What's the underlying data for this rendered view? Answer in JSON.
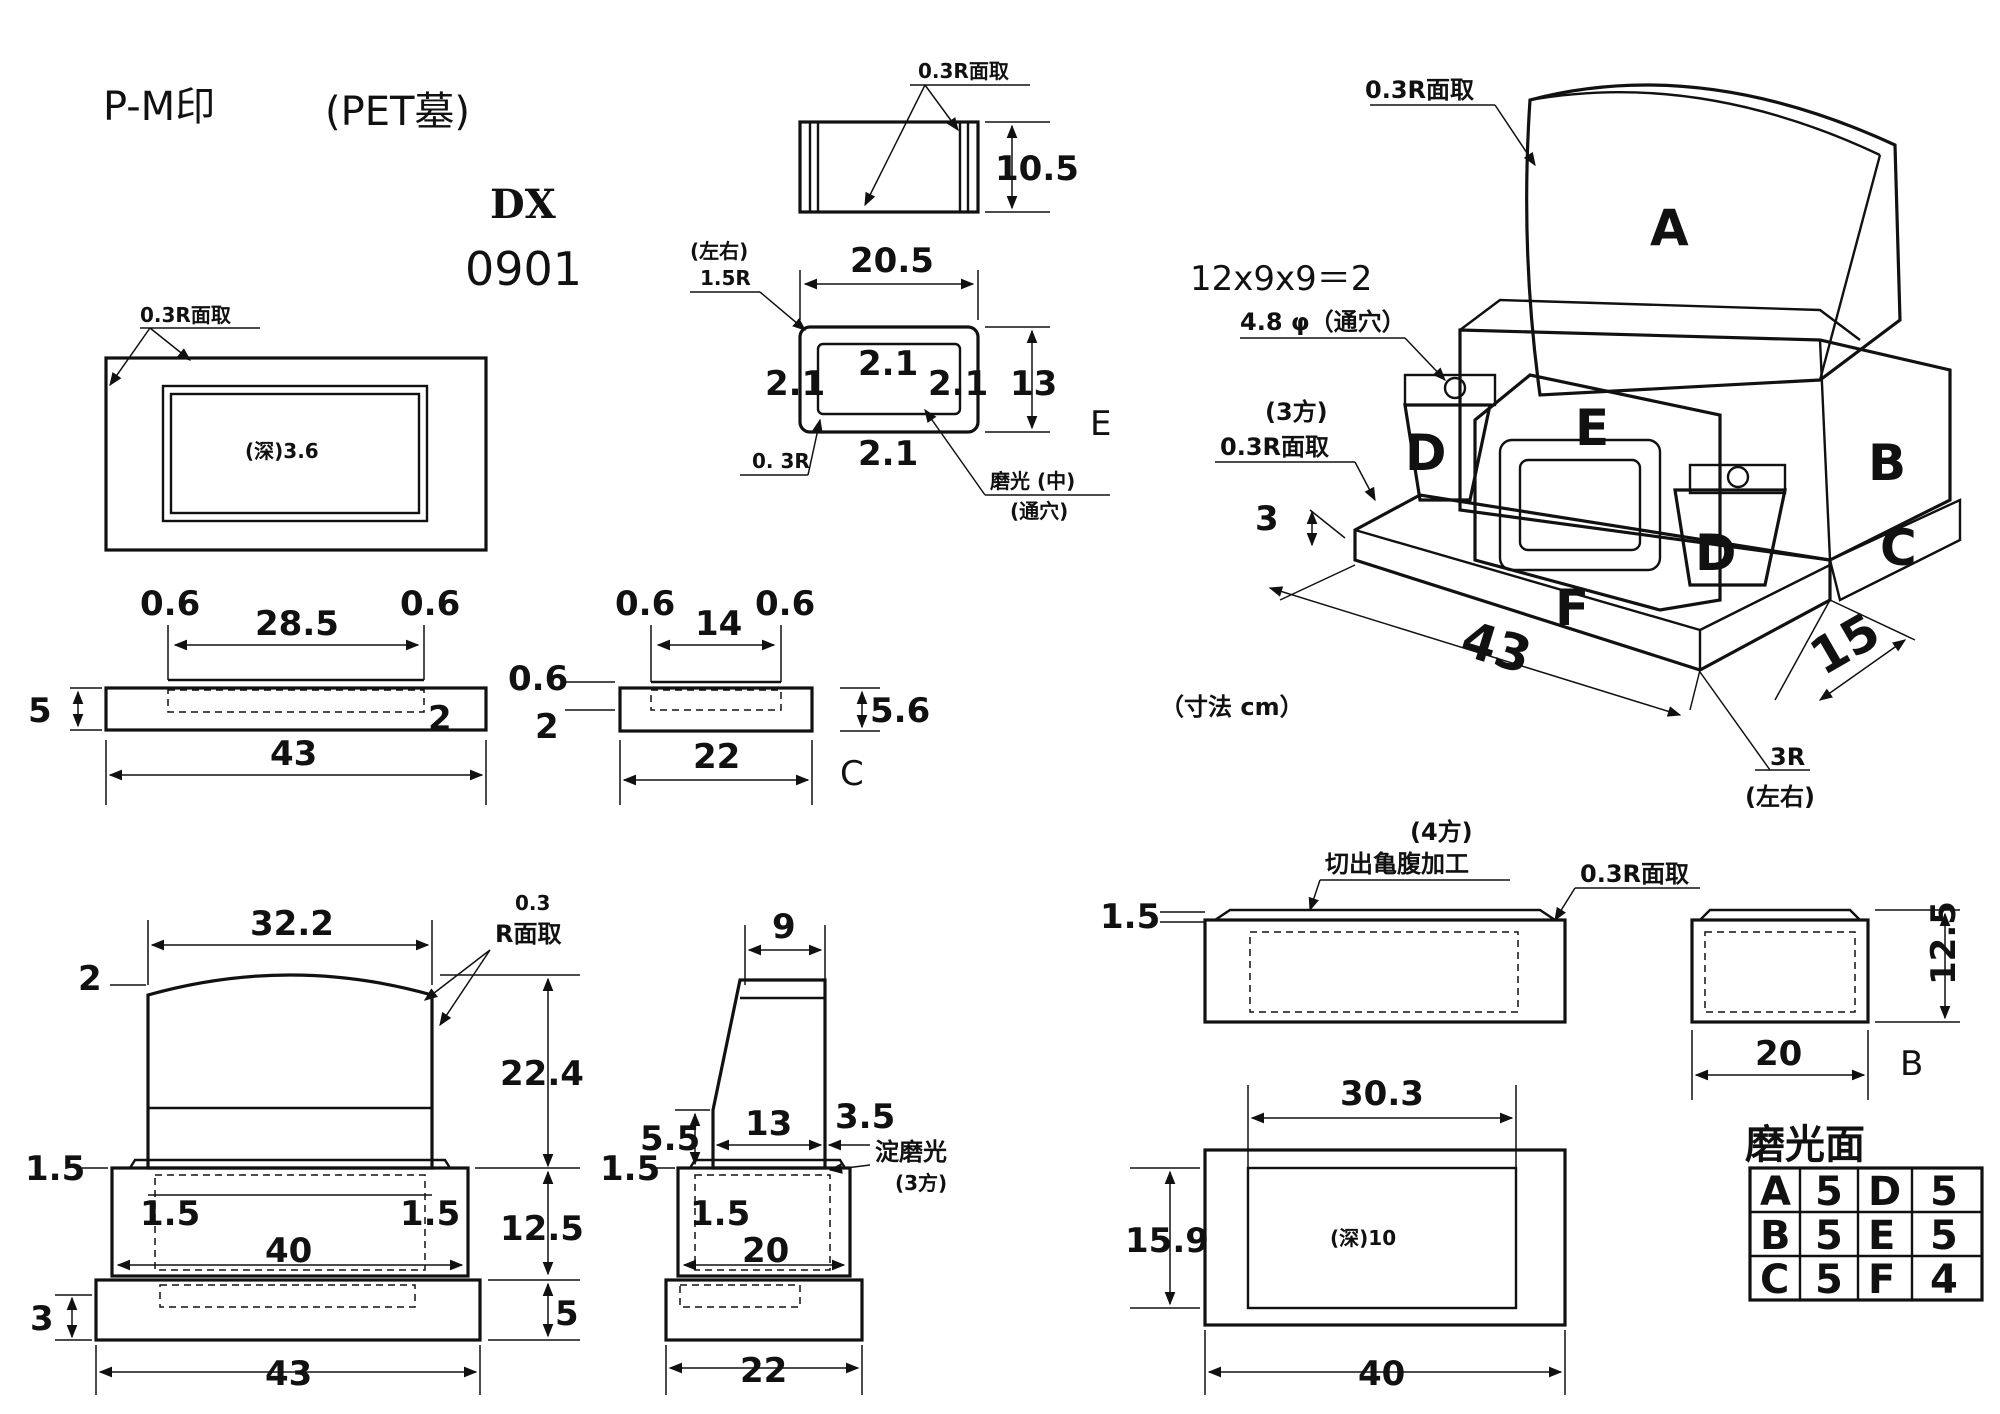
{
  "header": {
    "model": "P-M印",
    "type": "(PET墓)",
    "series": "DX",
    "number": "0901"
  },
  "units": "（寸法 cm）",
  "notes": {
    "chamfer": "0.3R面取",
    "chamfer_3sides": "(3方)",
    "left_right_top": "(左右)",
    "r15": "1.5R",
    "r03": "0. 3R",
    "polish_mid": "磨光 (中)",
    "through_hole": "(通穴)",
    "hole_spec": "12x9x9＝2",
    "hole_dia": "4.8 φ（通穴）",
    "depth36": "(深)3.6",
    "depth10": "(深)10",
    "r3": "3R",
    "lr": "(左右)",
    "cut_4sides": "(4方)",
    "cut_process": "切出亀腹加工",
    "chamfer_03": "0.3",
    "chamfer_r": "R面取",
    "yodo": "淀磨光",
    "three_sides": "(3方)"
  },
  "parts": {
    "A": "A",
    "B": "B",
    "C": "C",
    "D": "D",
    "E": "E",
    "F": "F"
  },
  "dims": {
    "e_h": "10.5",
    "e_w": "20.5",
    "e_13": "13",
    "e_21": "2.1",
    "c_06": "0.6",
    "c_285": "28.5",
    "c_5": "5",
    "c_2": "2",
    "c_43": "43",
    "c_14": "14",
    "c_56": "5.6",
    "c_22": "22",
    "iso_3": "3",
    "iso_43": "43",
    "iso_15": "15",
    "f_322": "32.2",
    "f_2": "2",
    "f_224": "22.4",
    "f_15": "1.5",
    "f_125": "12.5",
    "f_40": "40",
    "f_3": "3",
    "f_5": "5",
    "f_43": "43",
    "s_9": "9",
    "s_55": "5.5",
    "s_13": "13",
    "s_35": "3.5",
    "s_15": "1.5",
    "s_20": "20",
    "s_22": "22",
    "b_15": "1.5",
    "b_125": "12.5",
    "b_20": "20",
    "b_303": "30.3",
    "b_159": "15.9",
    "b_40": "40"
  },
  "polish_table": {
    "title": "磨光面",
    "rows": [
      [
        "A",
        "5",
        "D",
        "5"
      ],
      [
        "B",
        "5",
        "E",
        "5"
      ],
      [
        "C",
        "5",
        "F",
        "4"
      ]
    ]
  }
}
